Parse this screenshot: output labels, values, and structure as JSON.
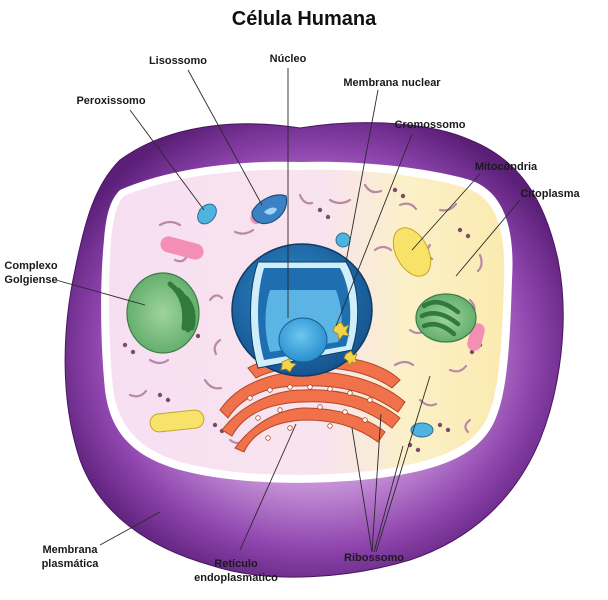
{
  "title": "Célula Humana",
  "labels": {
    "lisossomo": "Lisossomo",
    "nucleo": "Núcleo",
    "membrana_nuclear": "Membrana nuclear",
    "peroxissomo": "Peroxissomo",
    "cromossomo": "Cromossomo",
    "mitocondria": "Mitocôndria",
    "citoplasma": "Citoplasma",
    "complexo_golgiense": [
      "Complexo",
      "Golgiense"
    ],
    "membrana_plasmatica": [
      "Membrana",
      "plasmática"
    ],
    "reticulo_endoplasmatico": [
      "Retículo",
      "endoplasmatico"
    ],
    "ribossomo": "Ribossomo"
  },
  "colors": {
    "membrane_outer": "#6a2a86",
    "membrane_mid": "#9b59b6",
    "cytoplasm_left": "#f6dcef",
    "cytoplasm_right": "#fbeec0",
    "nucleus": "#1f6fb0",
    "nucleoplasm": "#5bb4e3",
    "nucleolus": "#3aa0d8",
    "reticulum": "#f0714a",
    "golgi": "#3f9a4f",
    "mitochondria": "#3f9a4f",
    "lysosome": "#3b82c4",
    "peroxisome": "#4fb3e0",
    "vesicle_yellow": "#f7e36a",
    "vesicle_pink": "#f38fb5"
  }
}
